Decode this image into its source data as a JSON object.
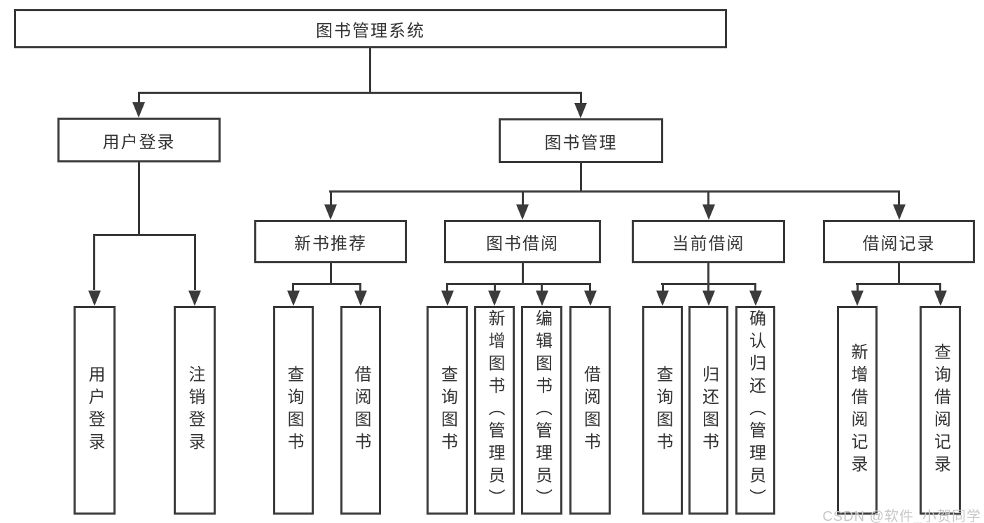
{
  "diagram": {
    "title": "图书管理系统",
    "branches": {
      "user_login": {
        "label": "用户登录",
        "children": {
          "login": "用户登录",
          "logout": "注销登录"
        }
      },
      "book_mgmt": {
        "label": "图书管理",
        "sections": {
          "new_books": {
            "label": "新书推荐",
            "children": {
              "query_books": "查询图书",
              "borrow_books": "借阅图书"
            }
          },
          "book_borrow": {
            "label": "图书借阅",
            "children": {
              "query_books": "查询图书",
              "add_books": "新增图书（管理员）",
              "edit_books": "编辑图书（管理员）",
              "borrow_books": "借阅图书"
            }
          },
          "current_borrow": {
            "label": "当前借阅",
            "children": {
              "query_books": "查询图书",
              "return_books": "归还图书",
              "confirm_return": "确认归还（管理员）"
            }
          },
          "borrow_records": {
            "label": "借阅记录",
            "children": {
              "add_record": "新增借阅记录",
              "query_record": "查询借阅记录"
            }
          }
        }
      }
    },
    "colors": {
      "line": "#3b3b3b",
      "text": "#333333",
      "box_fill": "#ffffff",
      "watermark": "#c7c7c7"
    }
  },
  "watermark": "CSDN @软件_小贺同学"
}
